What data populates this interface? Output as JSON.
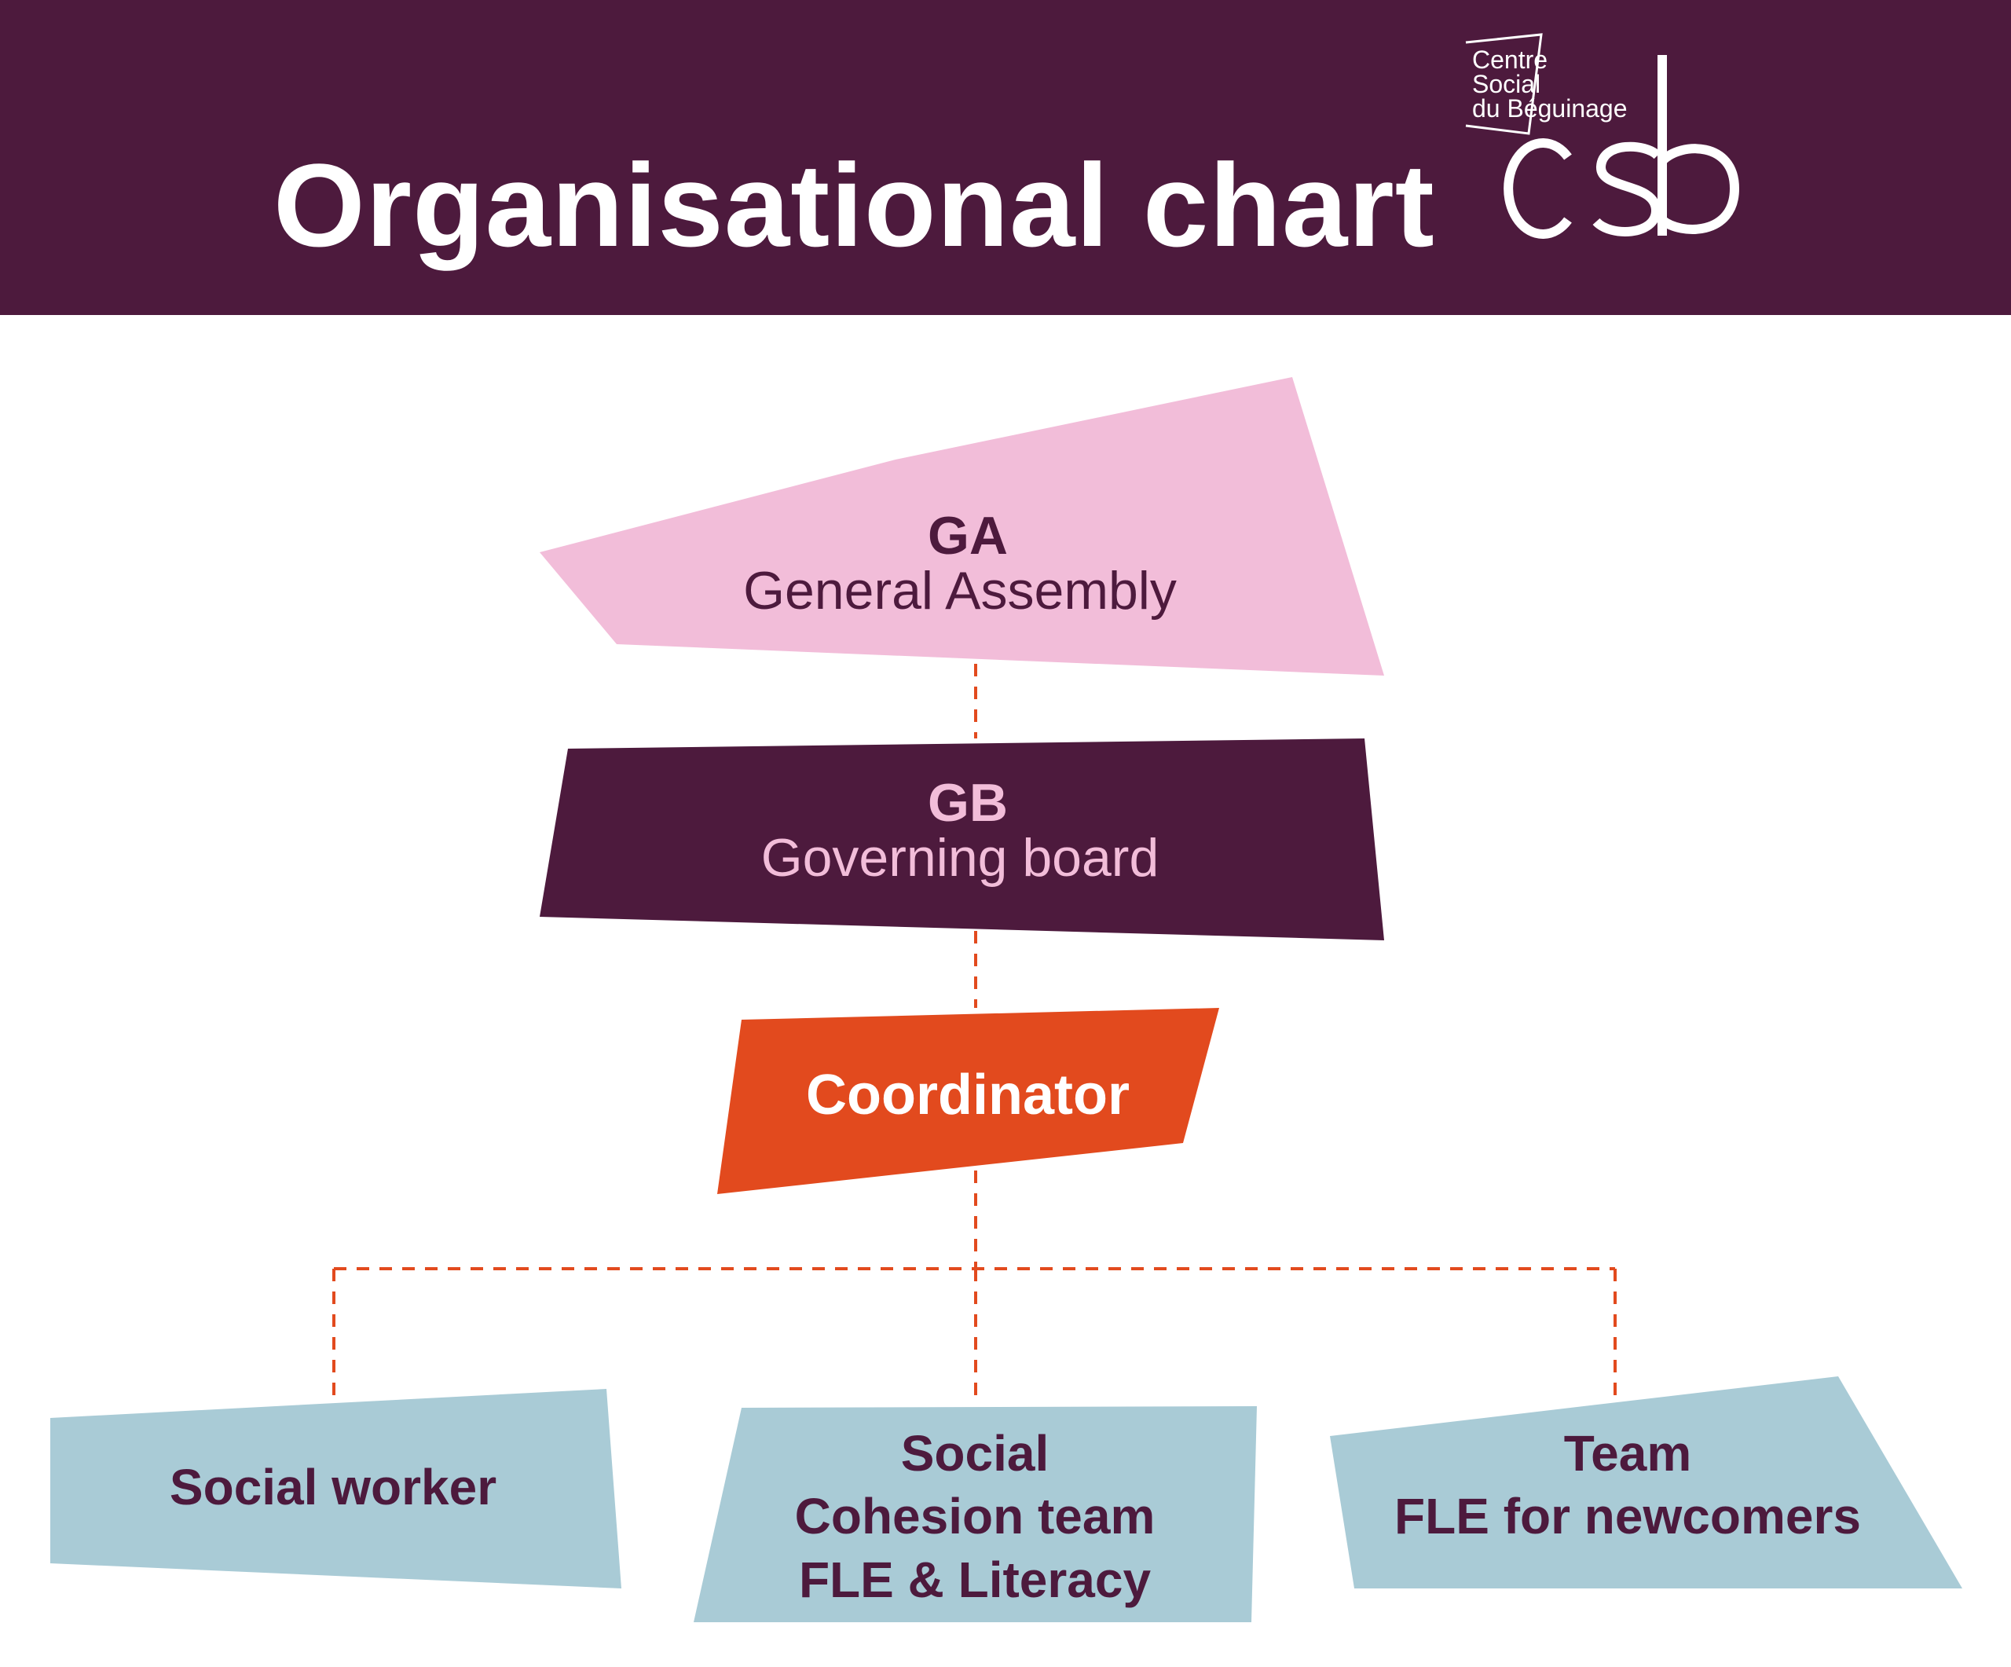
{
  "header": {
    "title": "Organisational chart",
    "background_color": "#4d1a3d"
  },
  "logo": {
    "line1": "Centre",
    "line2": "Social",
    "line3": "du Béguinage",
    "wordmark": "csb"
  },
  "nodes": {
    "ga": {
      "abbr": "GA",
      "label": "General Assembly",
      "fill": "#f2bdd9",
      "text_color": "#4d1a3d"
    },
    "gb": {
      "abbr": "GB",
      "label": "Governing board",
      "fill": "#4d1a3d",
      "text_color": "#f2bdd9"
    },
    "coordinator": {
      "label": "Coordinator",
      "fill": "#e24a1e",
      "text_color": "#ffffff"
    },
    "social_worker": {
      "label": "Social worker",
      "fill": "#a9cbd6",
      "text_color": "#4d1a3d"
    },
    "social_cohesion": {
      "line1": "Social",
      "line2": "Cohesion team",
      "line3": "FLE & Literacy",
      "fill": "#a9cbd6",
      "text_color": "#4d1a3d"
    },
    "team_fle": {
      "line1": "Team",
      "line2": "FLE for newcomers",
      "fill": "#a9cbd6",
      "text_color": "#4d1a3d"
    }
  },
  "connector_color": "#e24a1e"
}
